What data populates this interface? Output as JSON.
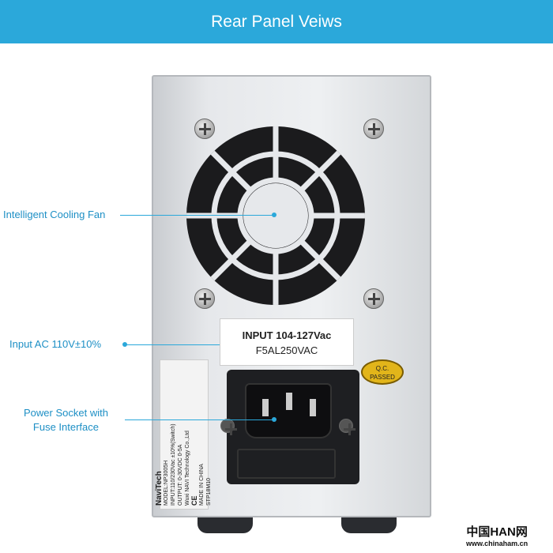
{
  "header": {
    "title": "Rear Panel Veiws"
  },
  "callouts": {
    "fan": "Intelligent Cooling Fan",
    "input": "Input AC 110V±10%",
    "socket_1": "Power Socket with",
    "socket_2": "Fuse Interface"
  },
  "plate": {
    "line1": "INPUT  104-127Vac",
    "line2": "F5AL250VAC"
  },
  "qc": {
    "line1": "Q.C.",
    "line2": "PASSED"
  },
  "sticker": {
    "brand": "NaviTech",
    "model": "MODEL:NP3005H",
    "input": "INPUT:110/230Vac ±10%(Switch)",
    "output": "OUTPUT:  0-30VDC  0-5A",
    "company": "Wuxi NAVI Technology Co.,Ltd",
    "origin": "MADE IN CHINA",
    "serial": "STP18M10",
    "marks": "CE"
  },
  "watermark": {
    "line1": "中国HAN网",
    "line2": "www.chinaham.cn"
  }
}
